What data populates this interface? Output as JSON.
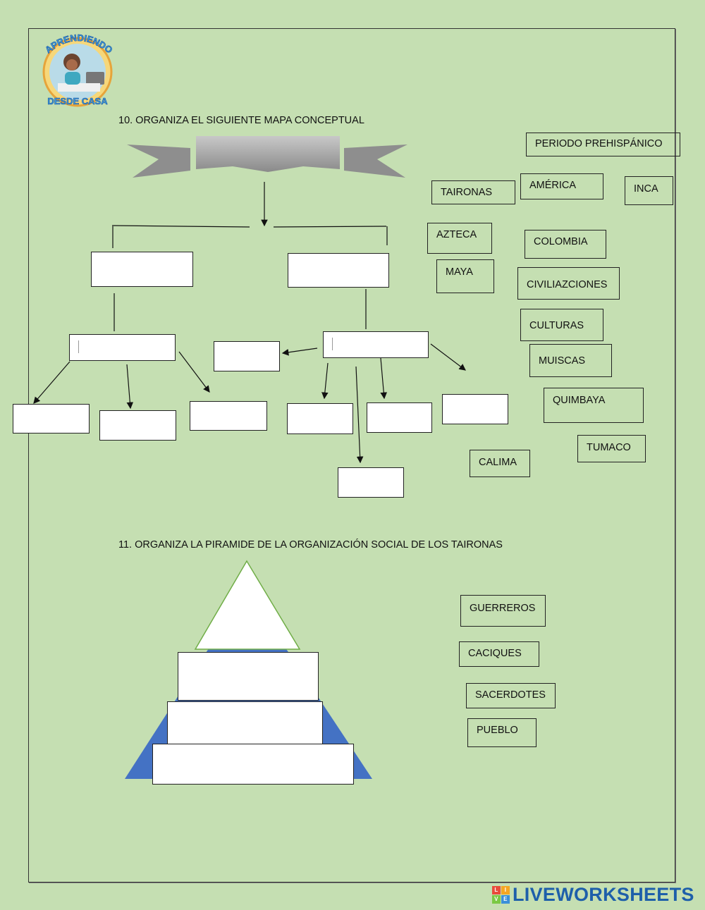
{
  "header": {
    "logo_top_text": "APRENDIENDO",
    "logo_bottom_text": "DESDE CASA"
  },
  "question10": {
    "title": "10.  ORGANIZA EL SIGUIENTE MAPA CONCEPTUAL",
    "words": [
      "PERIODO PREHISPÁNICO",
      "AMÉRICA",
      "INCA",
      "TAIRONAS",
      "AZTECA",
      "COLOMBIA",
      "MAYA",
      "CIVILIAZCIONES",
      "CULTURAS",
      "MUISCAS",
      "QUIMBAYA",
      "TUMACO",
      "CALIMA"
    ]
  },
  "question11": {
    "title": "11.  ORGANIZA LA PIRAMIDE DE LA ORGANIZACIÓN SOCIAL DE LOS TAIRONAS",
    "words": [
      "GUERREROS",
      "CACIQUES",
      "SACERDOTES",
      "PUEBLO"
    ]
  },
  "footer": {
    "brand": "LIVEWORKSHEETS",
    "brand_mark_letters": [
      "L",
      "I",
      "V",
      "E"
    ]
  },
  "colors": {
    "background": "#c5dfb2",
    "pyramid_blue": "#4472c4",
    "pyramid_outline": "#70ad47",
    "banner_gray": "#9a9a9a",
    "brand_blue": "#1e5faa"
  }
}
